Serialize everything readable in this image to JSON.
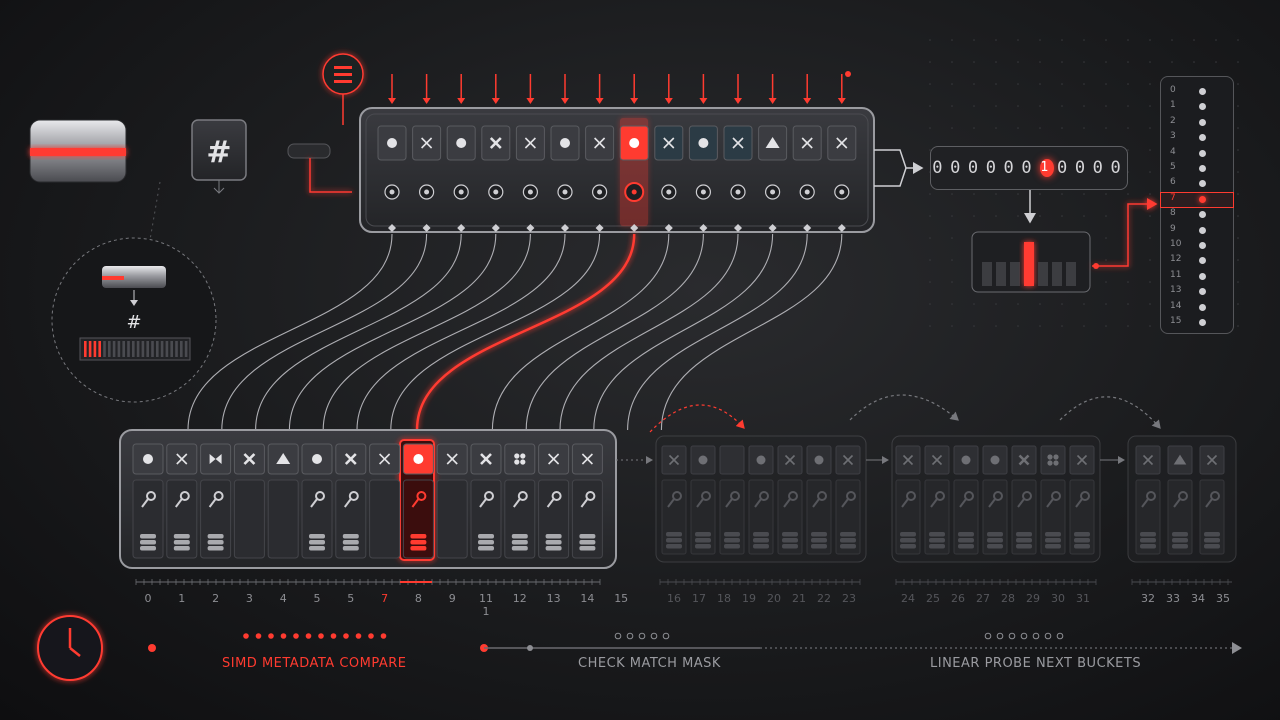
{
  "symbols": {
    "hash": "#",
    "hash_small": "#"
  },
  "match_mask": {
    "bits": [
      "0",
      "0",
      "0",
      "0",
      "0",
      "0",
      "1",
      "0",
      "0",
      "0",
      "0"
    ],
    "hot_index": 6
  },
  "slot_list": [
    {
      "n": "0"
    },
    {
      "n": "1"
    },
    {
      "n": "2"
    },
    {
      "n": "3"
    },
    {
      "n": "4"
    },
    {
      "n": "5"
    },
    {
      "n": "6"
    },
    {
      "n": "7",
      "hot": true
    },
    {
      "n": "8"
    },
    {
      "n": "9"
    },
    {
      "n": "10"
    },
    {
      "n": "12"
    },
    {
      "n": "11"
    },
    {
      "n": "13"
    },
    {
      "n": "14"
    },
    {
      "n": "15"
    }
  ],
  "control_bytes": [
    "dot",
    "x",
    "dot",
    "x2",
    "x",
    "dot",
    "x",
    "dot-hot",
    "x",
    "dot",
    "x",
    "tri",
    "x",
    "x"
  ],
  "bucket_primary": {
    "ctrl": [
      "dot",
      "x",
      "bowtie",
      "x2",
      "tri",
      "dot",
      "x2",
      "x",
      "dot-hot",
      "x",
      "x2",
      "flower",
      "x",
      "x"
    ],
    "key": [
      true,
      true,
      true,
      false,
      false,
      true,
      true,
      false,
      true,
      false,
      true,
      true,
      true,
      true
    ],
    "db": [
      true,
      true,
      true,
      false,
      false,
      true,
      true,
      false,
      true,
      false,
      true,
      true,
      true,
      true
    ],
    "indices": [
      "0",
      "1",
      "2",
      "3",
      "4",
      "5",
      "5",
      "7",
      "8",
      "9",
      "11 1",
      "12",
      "13",
      "14",
      "15"
    ],
    "hot_index": 8
  },
  "bucket_next1": {
    "ctrl": [
      "x",
      "dot",
      "",
      "dot",
      "x",
      "dot",
      "x"
    ],
    "indices": [
      "16",
      "17",
      "18",
      "19",
      "20",
      "21",
      "22",
      "23"
    ]
  },
  "bucket_next2": {
    "ctrl": [
      "x",
      "x",
      "dot",
      "dot",
      "x2",
      "flower",
      "x"
    ],
    "indices": [
      "24",
      "25",
      "26",
      "27",
      "28",
      "29",
      "30",
      "31"
    ]
  },
  "bucket_next3": {
    "ctrl": [
      "x",
      "tri",
      "x"
    ],
    "indices": [
      "32",
      "33",
      "34",
      "35"
    ]
  },
  "pipeline": {
    "stages": [
      "SIMD METADATA COMPARE",
      "CHECK MATCH MASK",
      "LINEAR PROBE NEXT BUCKETS"
    ],
    "active_stage": 0
  },
  "colors": {
    "accent": "#ff3b30",
    "panel": "#2a2b2f",
    "stroke": "#6a6b70",
    "text": "#c9c9cc",
    "dim": "#55565b"
  }
}
